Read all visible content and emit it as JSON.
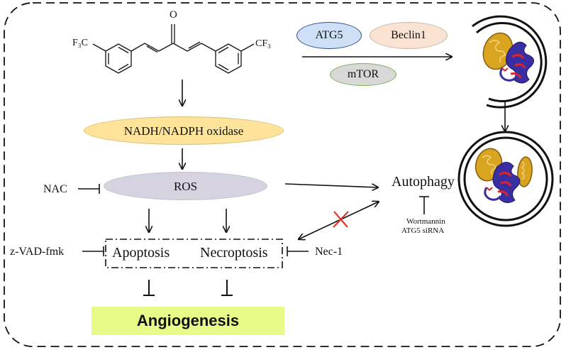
{
  "molecule": {
    "carbonyl_o": "O",
    "left_cf3": "F₃C",
    "right_cf3": "CF₃"
  },
  "nodes": {
    "atg5": "ATG5",
    "beclin1": "Beclin1",
    "mtor": "mTOR",
    "nadph_oxidase": "NADH/NADPH oxidase",
    "ros": "ROS",
    "apoptosis": "Apoptosis",
    "necroptosis": "Necroptosis",
    "autophagy": "Autophagy",
    "angiogenesis": "Angiogenesis"
  },
  "inhibitors": {
    "nac": "NAC",
    "zvad": "z-VAD-fmk",
    "nec1": "Nec-1",
    "wortmannin": "Wortmannin",
    "atg5_sirna": "ATG5 siRNA"
  },
  "colors": {
    "atg5_fill": "#cfdff5",
    "beclin1_fill": "#fbe3d4",
    "mtor_fill": "#d8d8d8",
    "nadph_fill": "#fde49a",
    "ros_fill": "#d7d2e0",
    "angiogenesis_fill": "#e8fb8a",
    "blocked_cross": "#e8332a",
    "mitochondrion_fill": "#d9a520",
    "membrane_fill": "#3a2fa0",
    "membrane_accent": "#d8242e"
  }
}
